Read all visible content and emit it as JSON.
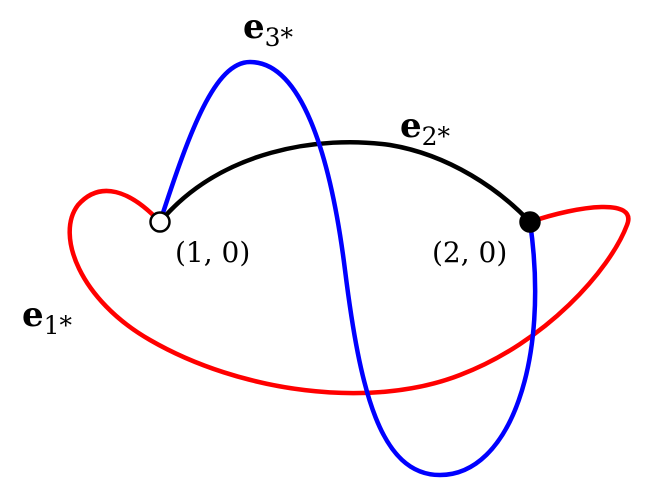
{
  "colors": {
    "edge_1": "#ff0000",
    "edge_2": "#000000",
    "edge_3": "#0000ff",
    "vertex_open_fill": "#ffffff",
    "vertex_closed_fill": "#000000",
    "text": "#000000"
  },
  "edges": {
    "e1": {
      "main": "e",
      "sub": "1*"
    },
    "e2": {
      "main": "e",
      "sub": "2*"
    },
    "e3": {
      "main": "e",
      "sub": "3*"
    }
  },
  "vertices": {
    "left": {
      "label": "(1, 0)",
      "style": "open"
    },
    "right": {
      "label": "(2, 0)",
      "style": "filled"
    }
  }
}
